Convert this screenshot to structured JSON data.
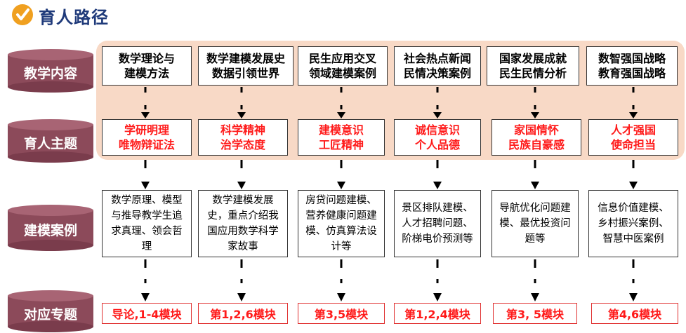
{
  "header": {
    "title": "育人路径",
    "logo_icon": "check-icon",
    "logo_color": "#f0a020"
  },
  "rows": {
    "content": "教学内容",
    "theme": "育人主题",
    "case": "建模案例",
    "topic": "对应专题"
  },
  "columns": [
    {
      "content": "数学理论与\n建模方法",
      "theme": "学研明理\n唯物辩证法",
      "case": "数学原理、模型与推导教学生追求真理、领会哲理",
      "topic": "导论,1-4模块"
    },
    {
      "content": "数学建模发展史\n数据引领世界",
      "theme": "科学精神\n治学态度",
      "case": "数学建模发展史，重点介绍我国应用数学科学家故事",
      "topic": "第1,2,6模块"
    },
    {
      "content": "民生应用交叉\n领域建模案例",
      "theme": "建模意识\n工匠精神",
      "case": "房贷问题建模、营养健康问题建模、仿真算法设计等",
      "topic": "第3,5模块"
    },
    {
      "content": "社会热点新闻\n民情决策案例",
      "theme": "诚信意识\n个人品德",
      "case": "景区排队建模、人才招聘问题、阶梯电价预测等",
      "topic": "第1,2,4模块"
    },
    {
      "content": "国家发展成就\n民生民情分析",
      "theme": "家国情怀\n民族自豪感",
      "case": "导航优化问题建模、最优投资问题等",
      "topic": "第3, 5模块"
    },
    {
      "content": "数智强国战略\n教育强国战略",
      "theme": "人才强国\n使命担当",
      "case": "信息价值建模、乡村振兴案例、智慧中医案例",
      "topic": "第4,6模块"
    }
  ],
  "colors": {
    "band": "#f8d9c6",
    "cylinder": "#8c4a5a",
    "title": "#1f3a7a",
    "accent_red": "#ff1a1a"
  }
}
